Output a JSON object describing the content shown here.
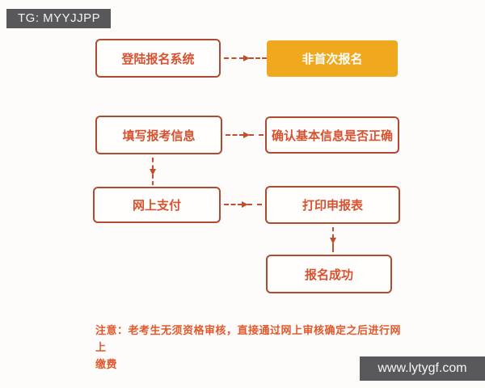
{
  "colors": {
    "background": "#fdfcfb",
    "box_border": "#b04a31",
    "box_text": "#d9512f",
    "arrow": "#c14f2c",
    "highlight_box_bg": "#f0a81f",
    "highlight_box_text": "#ffffff",
    "tag_bg": "#58585a",
    "watermark_bg": "#59595b",
    "note_text": "#e2582c"
  },
  "tag": {
    "label": "TG: MYYJJPP"
  },
  "watermark": {
    "label": "www.lytygf.com"
  },
  "flow": {
    "nodes": {
      "login": {
        "label": "登陆报名系统"
      },
      "notFirst": {
        "label": "非首次报名"
      },
      "fillInfo": {
        "label": "填写报考信息"
      },
      "confirm": {
        "label": "确认基本信息是否正确"
      },
      "pay": {
        "label": "网上支付"
      },
      "print": {
        "label": "打印申报表"
      },
      "success": {
        "label": "报名成功"
      }
    },
    "note": {
      "line1": "注意：老考生无须资格审核，直接通过网上审核确定之后进行网上",
      "line2": "缴费",
      "full_text": "注意：老考生无须资格审核，直接通过网上审核确定之后进行网上缴费"
    }
  }
}
